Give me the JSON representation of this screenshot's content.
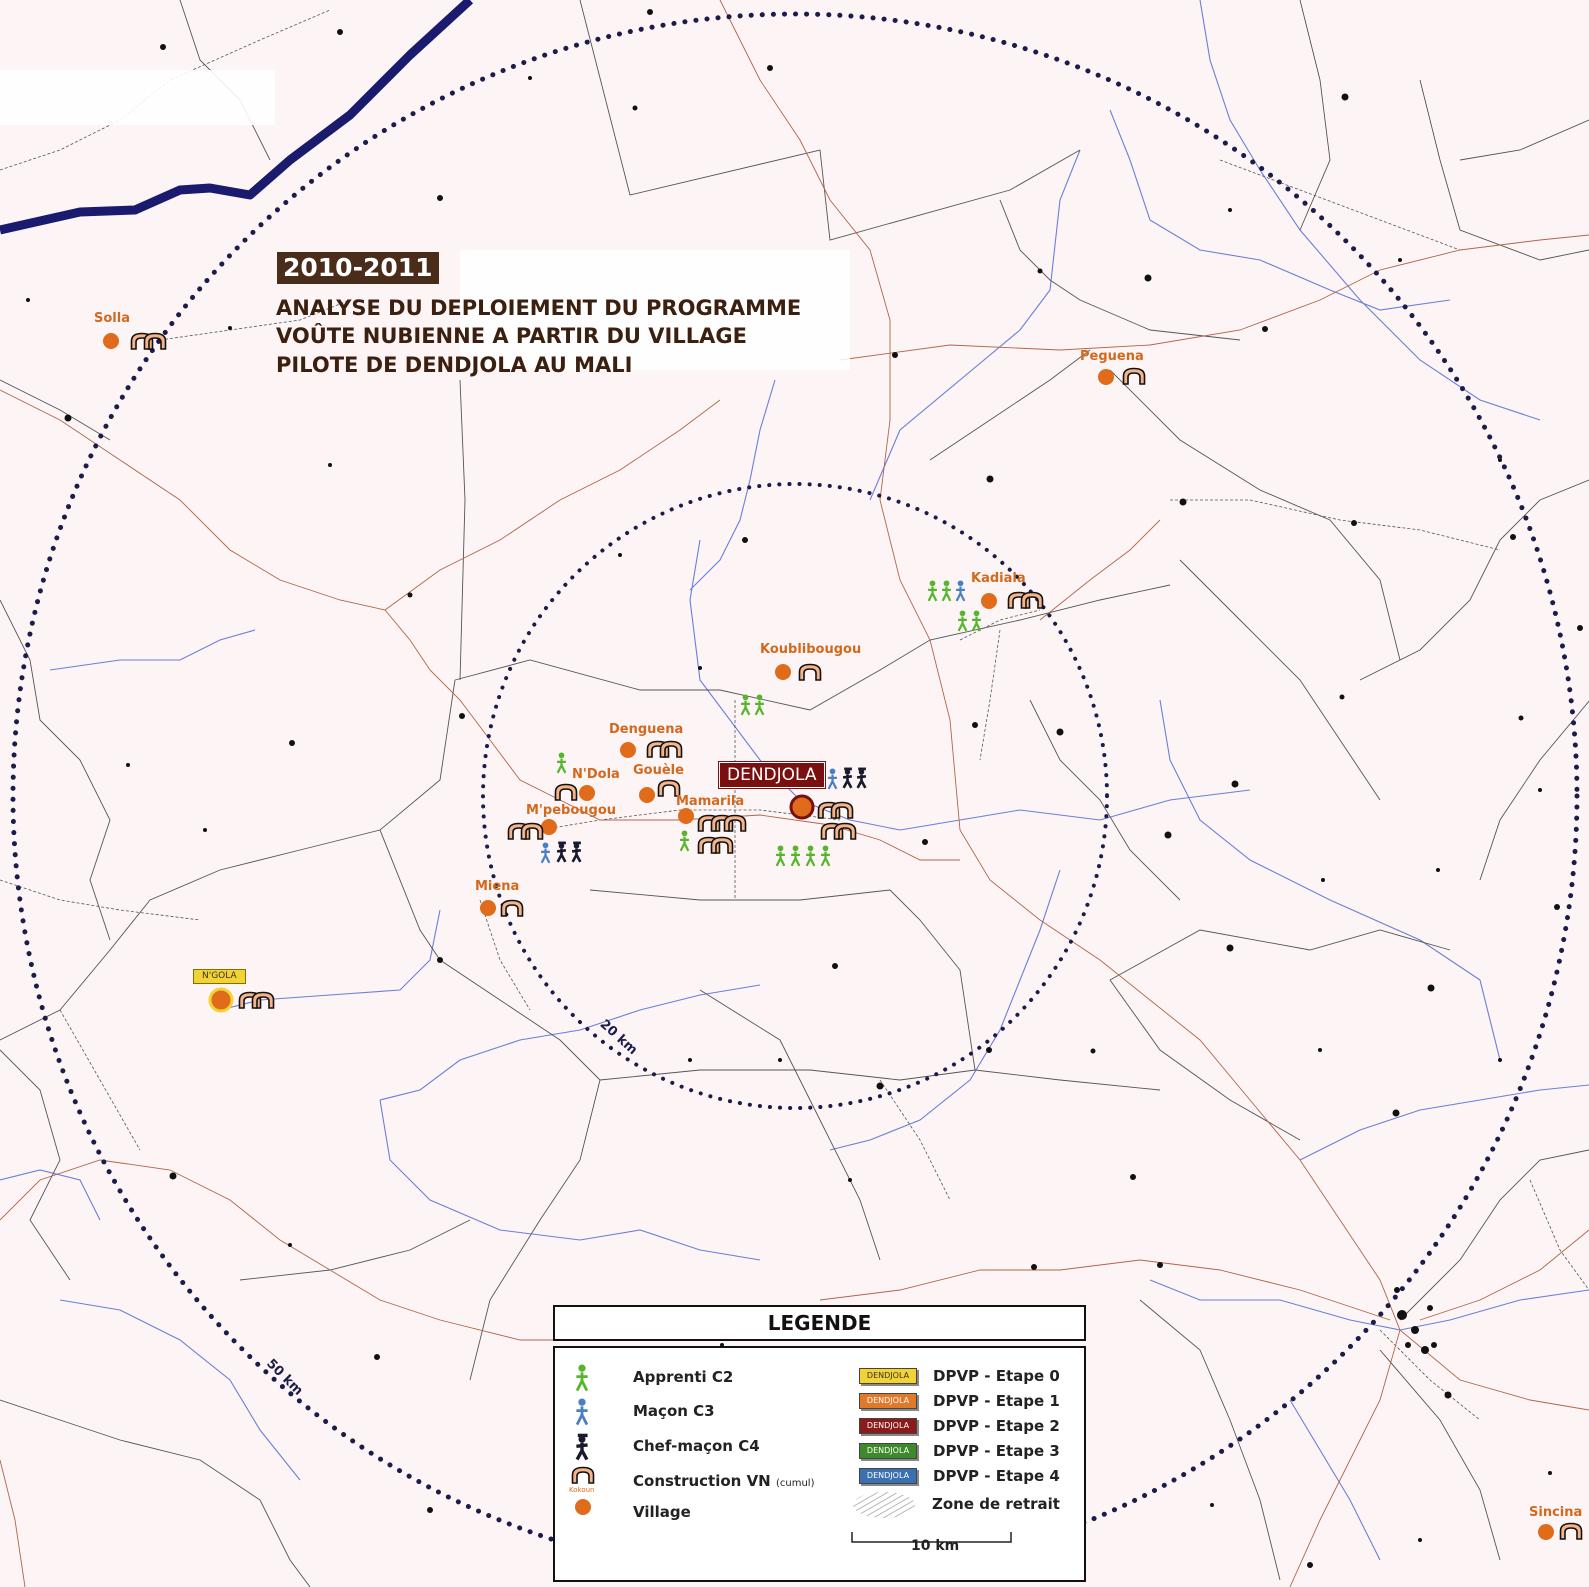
{
  "title": {
    "year": "2010-2011",
    "lines": [
      "ANALYSE DU DEPLOIEMENT DU PROGRAMME",
      "VOÛTE NUBIENNE A PARTIR DU VILLAGE",
      "PILOTE DE DENDJOLA AU MALI"
    ]
  },
  "radius_labels": {
    "inner": "20 km",
    "outer": "50 km"
  },
  "pilot_village": "DENDJOLA",
  "villages": [
    {
      "name": "Solla"
    },
    {
      "name": "Peguena"
    },
    {
      "name": "Kadiala"
    },
    {
      "name": "Koublibougou"
    },
    {
      "name": "Denguena"
    },
    {
      "name": "N'Dola"
    },
    {
      "name": "Gouèle"
    },
    {
      "name": "M'pebougou"
    },
    {
      "name": "Mamarila"
    },
    {
      "name": "Miena"
    },
    {
      "name": "N'GOLA"
    },
    {
      "name": "Sincina"
    }
  ],
  "legend": {
    "title": "LEGENDE",
    "items": [
      {
        "label": "Apprenti C2"
      },
      {
        "label": "Maçon C3"
      },
      {
        "label": "Chef-maçon C4"
      },
      {
        "label": "Construction VN",
        "note": "(cumul)",
        "icon_caption": "Kokoun"
      },
      {
        "label": "Village"
      }
    ],
    "stages": [
      {
        "chip": "DENDJOLA",
        "label": "DPVP - Etape 0",
        "color": "#f3d233"
      },
      {
        "chip": "DENDJOLA",
        "label": "DPVP - Etape 1",
        "color": "#e07a2a"
      },
      {
        "chip": "DENDJOLA",
        "label": "DPVP - Etape 2",
        "color": "#8b1a1a"
      },
      {
        "chip": "DENDJOLA",
        "label": "DPVP - Etape 3",
        "color": "#3d8a2a"
      },
      {
        "chip": "DENDJOLA",
        "label": "DPVP - Etape 4",
        "color": "#3a6fb0"
      }
    ],
    "retreat_zone": "Zone de retrait",
    "scale": "10 km"
  },
  "colors": {
    "background": "#fdf5f5",
    "apprenti": "#55b52b",
    "macon": "#4a7fc4",
    "chef": "#1a1a2e",
    "village": "#e06b1a",
    "river_major": "#1a1a6e",
    "river_minor": "#6a7fd8",
    "circle": "#1c1c4a"
  }
}
